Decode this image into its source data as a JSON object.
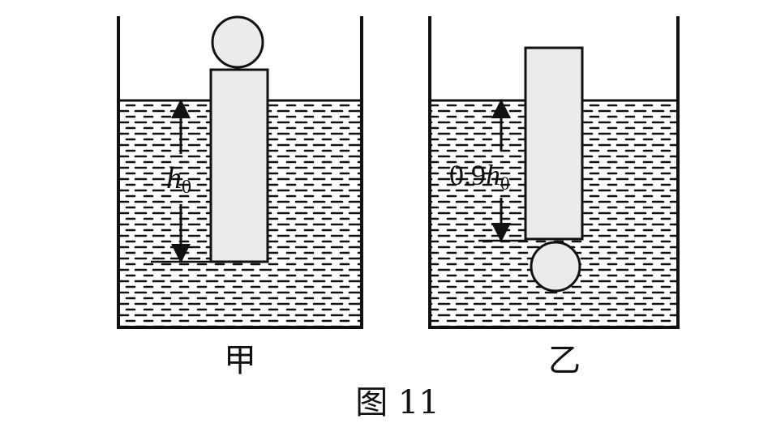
{
  "left_panel": {
    "caption": "甲",
    "dimension_var": "h",
    "dimension_sub": "0"
  },
  "right_panel": {
    "caption": "乙",
    "dimension_coef": "0.9",
    "dimension_var": "h",
    "dimension_sub": "0"
  },
  "figure_caption": "图 11",
  "colors": {
    "stroke": "#111111",
    "object_fill": "#ebebeb",
    "background": "#ffffff"
  }
}
